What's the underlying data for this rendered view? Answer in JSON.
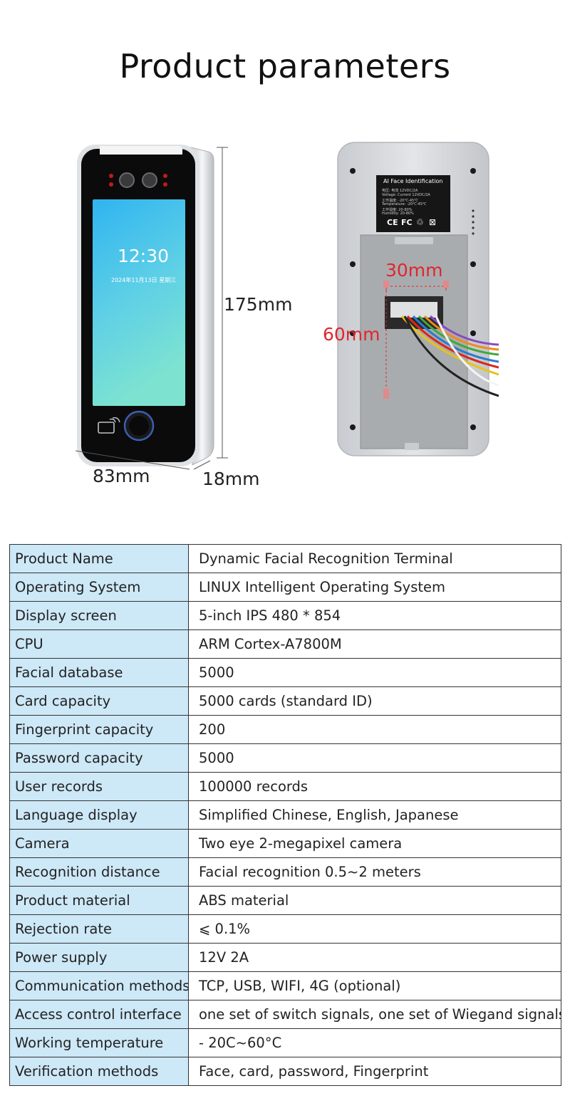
{
  "page": {
    "title": "Product parameters"
  },
  "front_device": {
    "screen_time": "12:30",
    "screen_date": "2024年11月13日  星期三",
    "dim_height": "175mm",
    "dim_width": "83mm",
    "dim_depth": "18mm"
  },
  "back_device": {
    "label_title": "AI Face  Identification",
    "label_lines": [
      "电压: 电流 12VDC/2A",
      "Voltage: Current 12VDC/2A",
      "工作温度: -20℃-45℃",
      "Temperature: -20℃-45℃",
      "工作湿度: 20-80%",
      "Humidity: 20-80%"
    ],
    "cert_marks": [
      "CE",
      "FC",
      "♲",
      "⊠"
    ],
    "dim_mount_width": "30mm",
    "dim_mount_height": "60mm"
  },
  "spec_table": {
    "rows": [
      {
        "key": "Product Name",
        "value": "Dynamic Facial Recognition Terminal"
      },
      {
        "key": "Operating System",
        "value": "LINUX Intelligent Operating System"
      },
      {
        "key": "Display screen",
        "value": "5-inch IPS 480 * 854"
      },
      {
        "key": "CPU",
        "value": "ARM Cortex-A7800M"
      },
      {
        "key": "Facial database",
        "value": "5000"
      },
      {
        "key": "Card capacity",
        "value": "5000 cards (standard ID)"
      },
      {
        "key": "Fingerprint capacity",
        "value": "200"
      },
      {
        "key": "Password capacity",
        "value": "5000"
      },
      {
        "key": "User records",
        "value": "100000 records"
      },
      {
        "key": "Language display",
        "value": "Simplified Chinese, English, Japanese"
      },
      {
        "key": "Camera",
        "value": "Two eye 2-megapixel camera"
      },
      {
        "key": "Recognition distance",
        "value": "Facial recognition 0.5~2 meters"
      },
      {
        "key": "Product material",
        "value": "ABS material"
      },
      {
        "key": "Rejection rate",
        "value": "⩽ 0.1%"
      },
      {
        "key": "Power supply",
        "value": "12V 2A"
      },
      {
        "key": "Communication methods",
        "value": "TCP, USB, WIFI, 4G (optional)"
      },
      {
        "key": "Access control interface",
        "value": "one set of switch signals, one set of Wiegand signals"
      },
      {
        "key": "Working temperature",
        "value": "- 20C~60°C"
      },
      {
        "key": "Verification methods",
        "value": "Face, card, password,   Fingerprint"
      }
    ]
  },
  "colors": {
    "key_cell_bg": "#cde8f7",
    "dimension_red": "#e0262b",
    "screen_gradient_top": "#2fb4f0",
    "screen_gradient_bottom": "#7de3d0"
  }
}
